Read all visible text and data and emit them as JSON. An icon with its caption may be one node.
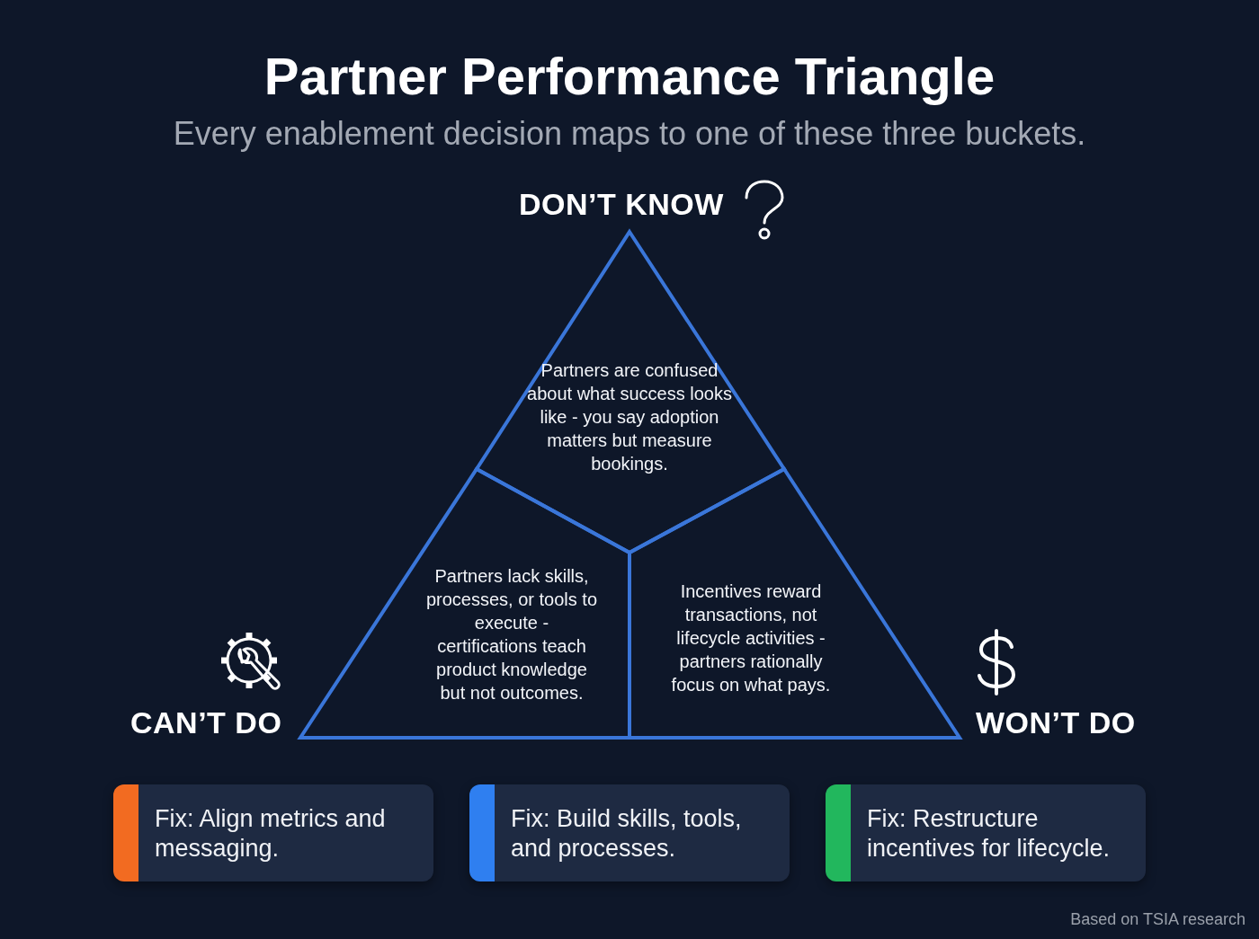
{
  "diagram": {
    "title": "Partner Performance Triangle",
    "caption": "Every enablement decision maps to one of these three buckets.",
    "nodes": [
      {
        "text": [
          "Partners are confused about what success looks like - you say adoption matters but measure bookings."
        ]
      },
      {
        "text": [
          "Partners lack skills, processes, or tools to execute - certifications teach product knowledge but not outcomes."
        ]
      },
      {
        "text": [
          "Incentives reward transactions, not lifecycle activities - partners rationally focus on what pays."
        ]
      },
      {
        "text": [
          "Fix: Align metrics and messaging."
        ]
      },
      {
        "text": [
          "Fix: Build skills, tools, and processes."
        ]
      },
      {
        "text": [
          "Fix: Restructure incentives for lifecycle."
        ]
      }
    ],
    "labels": [
      "DON’T KNOW",
      "CAN’T DO",
      "WON’T DO",
      "Based on TSIA research"
    ]
  }
}
